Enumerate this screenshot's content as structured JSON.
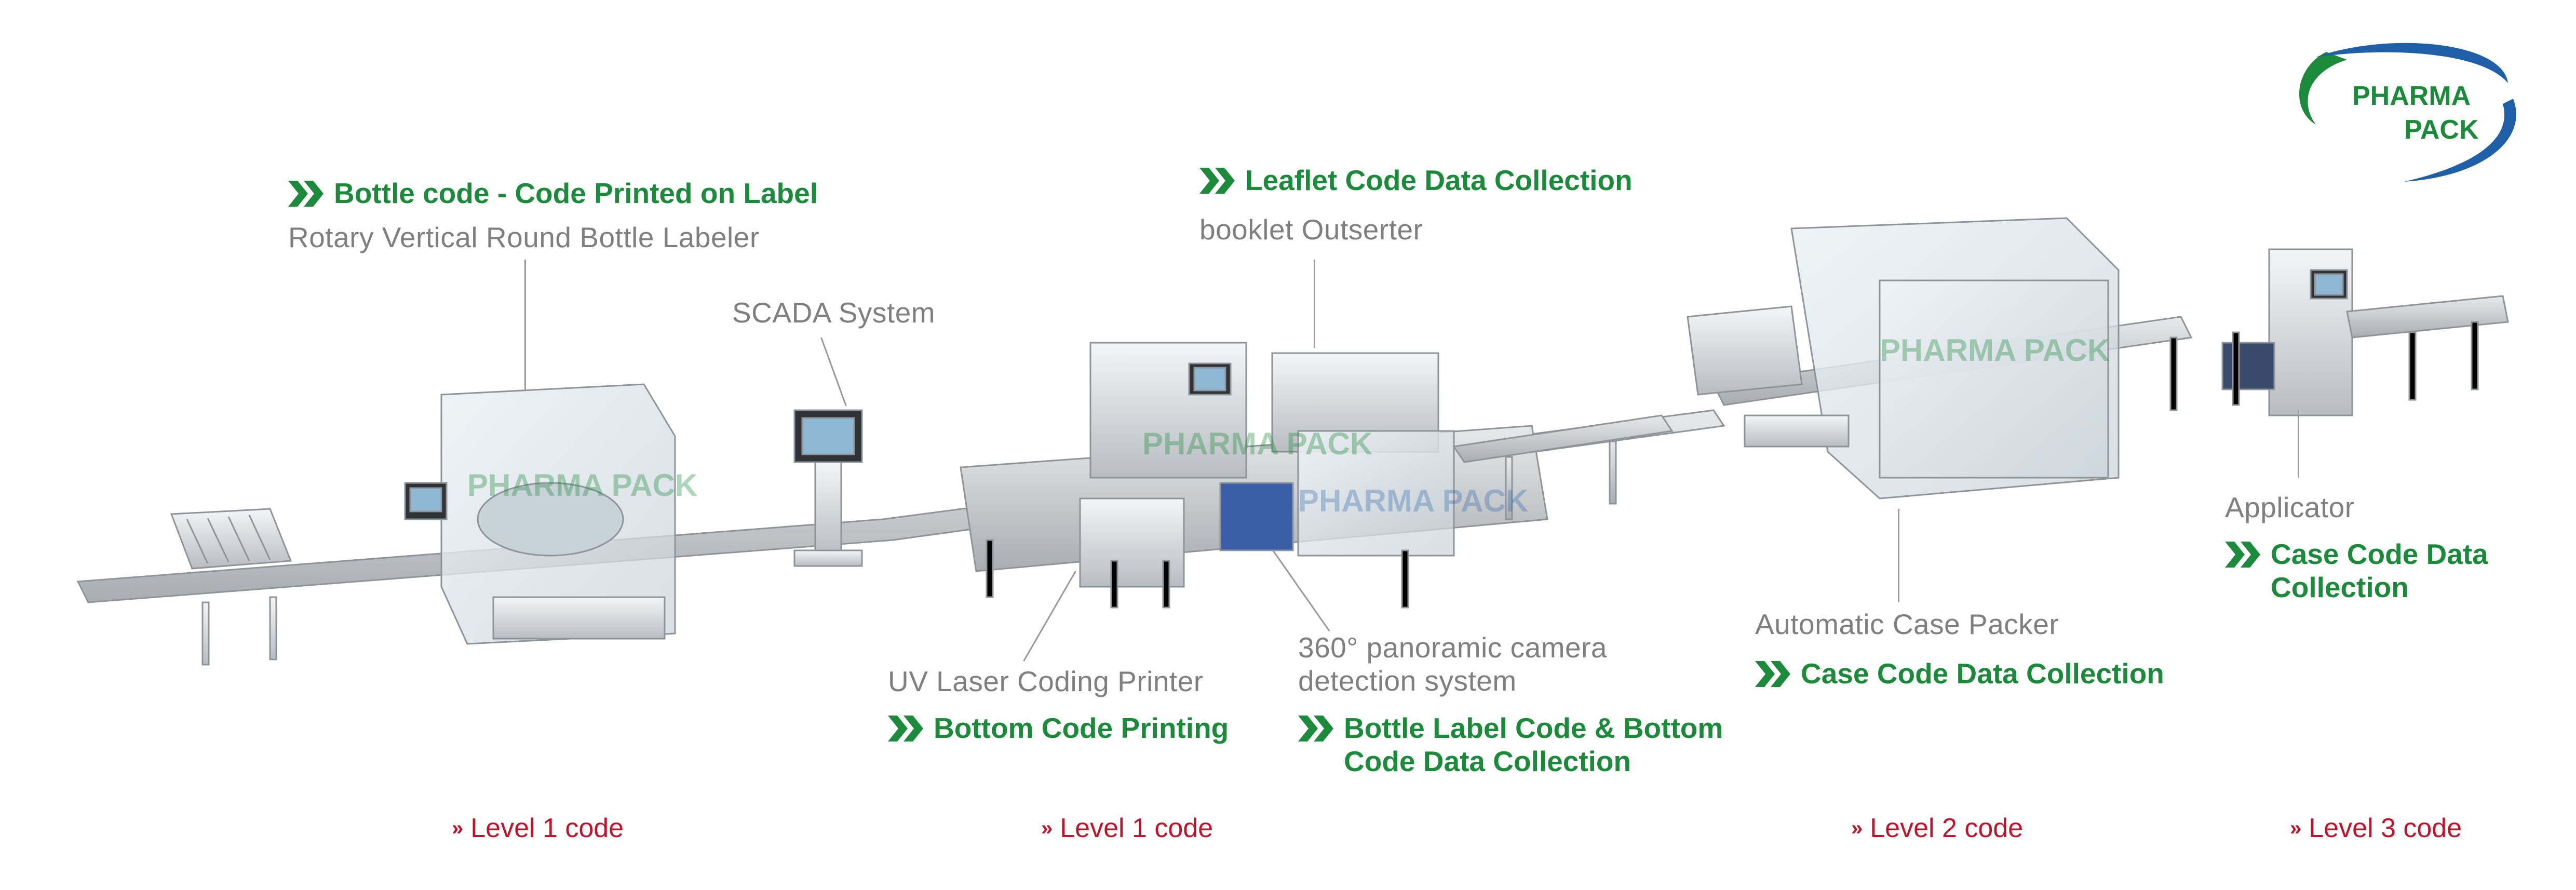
{
  "logo": {
    "line1": "PHARMA",
    "line2": "PACK"
  },
  "watermarks": [
    "PHARMA PACK",
    "PHARMA PACK",
    "PHARMA PACK",
    "PHARMA PACK"
  ],
  "stations": {
    "labeler": {
      "name": "Rotary Vertical Round Bottle Labeler",
      "function": "Bottle code - Code Printed on Label"
    },
    "scada": {
      "name": "SCADA System"
    },
    "outserter": {
      "name": "booklet Outserter",
      "function": "Leaflet Code Data Collection"
    },
    "uv_printer": {
      "name": "UV Laser Coding Printer",
      "function": "Bottom Code Printing"
    },
    "camera": {
      "name": "360° panoramic camera\ndetection system",
      "function": "Bottle Label Code & Bottom\nCode Data Collection"
    },
    "case_packer": {
      "name": "Automatic Case Packer",
      "function": "Case Code Data Collection"
    },
    "applicator": {
      "name": "Applicator",
      "function": "Case Code Data\nCollection"
    }
  },
  "levels": [
    "Level 1 code",
    "Level 1 code",
    "Level 2 code",
    "Level 3 code"
  ],
  "colors": {
    "function_text": "#1b8a3a",
    "level_text": "#c0132a",
    "name_text": "#7f7f7f",
    "logo_blue": "#1f5fa8",
    "logo_green": "#1b8a3a"
  }
}
